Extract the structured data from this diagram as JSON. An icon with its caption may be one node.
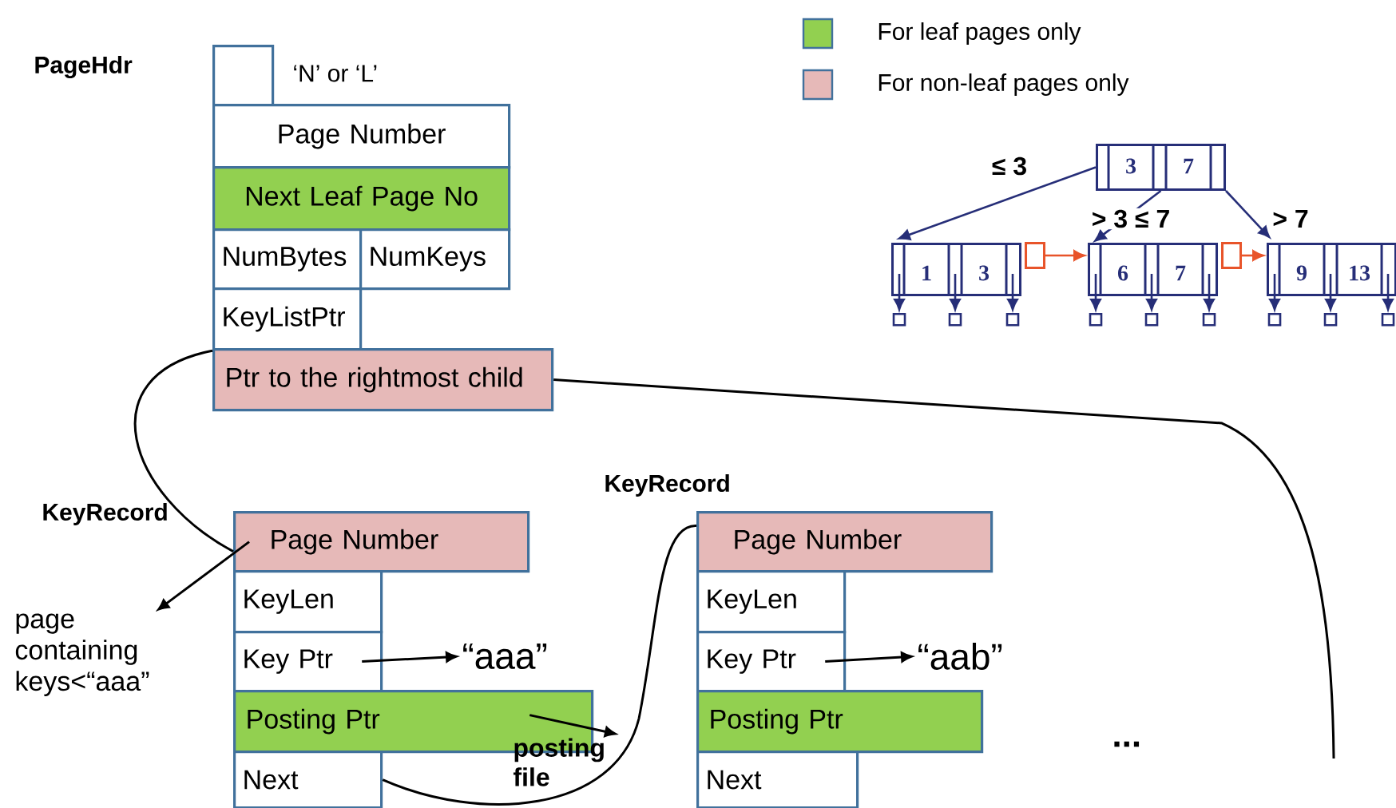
{
  "diagram": {
    "nodes": [
      {
        "text": [],
        "shape": "box",
        "beside": [
          "‘N’ or ‘L’"
        ]
      },
      {
        "text": [
          "Page Number"
        ]
      },
      {
        "text": [
          "Next Leaf Page No"
        ]
      },
      {
        "text": [
          "NumBytes"
        ]
      },
      {
        "text": [
          "NumKeys"
        ]
      },
      {
        "text": [
          "KeyListPtr"
        ]
      },
      {
        "text": [
          "Ptr to the rightmost child"
        ]
      },
      {
        "text": [
          "Page Number"
        ]
      },
      {
        "text": [
          "KeyLen"
        ]
      },
      {
        "text": [
          "Key Ptr"
        ]
      },
      {
        "text": [
          "Posting Ptr"
        ]
      },
      {
        "text": [
          "Next"
        ]
      },
      {
        "text": [
          "“aaa”"
        ]
      },
      {
        "text": [
          "page containing keys<“aaa”"
        ]
      },
      {
        "text": [
          "posting file"
        ]
      },
      {
        "text": [
          "Page Number"
        ]
      },
      {
        "text": [
          "KeyLen"
        ]
      },
      {
        "text": [
          "Key Ptr"
        ]
      },
      {
        "text": [
          "Posting Ptr"
        ]
      },
      {
        "text": [
          "Next"
        ]
      },
      {
        "text": [
          "“aab”"
        ]
      },
      {
        "text": [
          "3",
          "7"
        ]
      },
      {
        "text": [
          "1",
          "3"
        ]
      },
      {
        "text": [
          "6",
          "7"
        ]
      },
      {
        "text": [
          "9",
          "13"
        ]
      },
      {
        "text": [],
        "shape": "box"
      },
      {
        "text": [],
        "shape": "box"
      },
      {
        "text": [],
        "shape": "box"
      },
      {
        "text": [],
        "shape": "box"
      },
      {
        "text": [],
        "shape": "box"
      },
      {
        "text": [],
        "shape": "box"
      },
      {
        "text": [],
        "shape": "box"
      },
      {
        "text": [],
        "shape": "box"
      },
      {
        "text": [],
        "shape": "box"
      }
    ],
    "edges": [
      {
        "from": 21,
        "to": 22,
        "arrow": "to",
        "label": "≤ 3"
      },
      {
        "from": 21,
        "to": 23,
        "arrow": "to",
        "label": "> 3 ≤ 7"
      },
      {
        "from": 21,
        "to": 24,
        "arrow": "to",
        "label": "> 7"
      },
      {
        "from": 22,
        "to": 23,
        "arrow": "to",
        "color": "#e8542a"
      },
      {
        "from": 23,
        "to": 24,
        "arrow": "to",
        "color": "#e8542a"
      },
      {
        "from": 22,
        "to": 25,
        "arrow": "to"
      },
      {
        "from": 22,
        "to": 26,
        "arrow": "to"
      },
      {
        "from": 22,
        "to": 27,
        "arrow": "to"
      },
      {
        "from": 23,
        "to": 28,
        "arrow": "to"
      },
      {
        "from": 23,
        "to": 29,
        "arrow": "to"
      },
      {
        "from": 23,
        "to": 30,
        "arrow": "to"
      },
      {
        "from": 24,
        "to": 31,
        "arrow": "to"
      },
      {
        "from": 24,
        "to": 32,
        "arrow": "to"
      },
      {
        "from": 24,
        "to": 33,
        "arrow": "to"
      },
      {
        "from": 5,
        "to": 7,
        "arrow": "none",
        "color": "#000000"
      },
      {
        "from": 6,
        "to": null,
        "arrow": "none",
        "color": "#000000"
      },
      {
        "from": 11,
        "to": 15,
        "arrow": "none",
        "color": "#000000"
      },
      {
        "from": 7,
        "to": 13,
        "arrow": "to",
        "color": "#000000"
      },
      {
        "from": 9,
        "to": 12,
        "arrow": "to",
        "color": "#000000"
      },
      {
        "from": 17,
        "to": 20,
        "arrow": "to",
        "color": "#000000"
      },
      {
        "from": 10,
        "to": 14,
        "arrow": "to",
        "color": "#000000"
      }
    ],
    "labels": [
      "PageHdr",
      "KeyRecord",
      "KeyRecord",
      "..."
    ],
    "legend": [
      {
        "text": "For leaf pages only",
        "color": "#92d050"
      },
      {
        "text": "For non-leaf pages only",
        "color": "#e6b9b8"
      }
    ]
  }
}
